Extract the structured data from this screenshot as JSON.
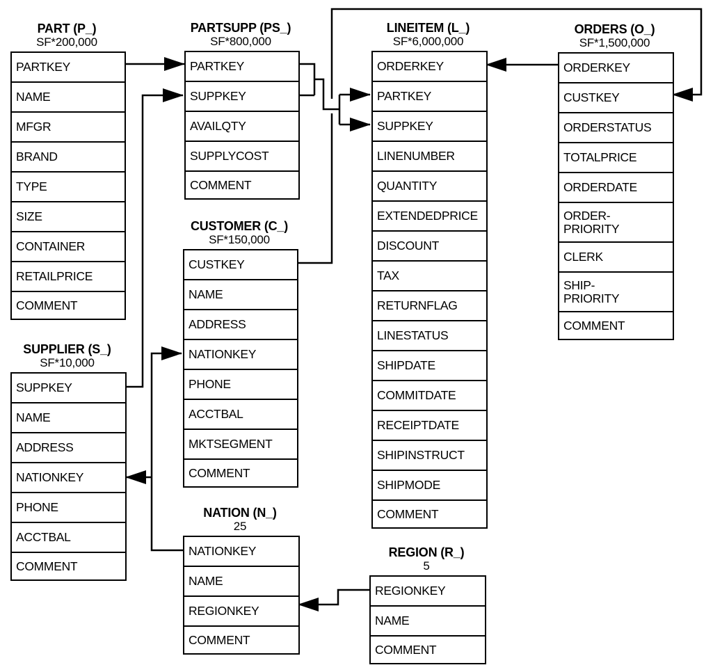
{
  "colors": {
    "line": "#000000",
    "text": "#000000",
    "background": "#ffffff"
  },
  "tables": [
    {
      "id": "part",
      "title": "PART (P_)",
      "cardinality": "SF*200,000",
      "columns": [
        "PARTKEY",
        "NAME",
        "MFGR",
        "BRAND",
        "TYPE",
        "SIZE",
        "CONTAINER",
        "RETAILPRICE",
        "COMMENT"
      ]
    },
    {
      "id": "partsupp",
      "title": "PARTSUPP (PS_)",
      "cardinality": "SF*800,000",
      "columns": [
        "PARTKEY",
        "SUPPKEY",
        "AVAILQTY",
        "SUPPLYCOST",
        "COMMENT"
      ]
    },
    {
      "id": "lineitem",
      "title": "LINEITEM (L_)",
      "cardinality": "SF*6,000,000",
      "columns": [
        "ORDERKEY",
        "PARTKEY",
        "SUPPKEY",
        "LINENUMBER",
        "QUANTITY",
        "EXTENDEDPRICE",
        "DISCOUNT",
        "TAX",
        "RETURNFLAG",
        "LINESTATUS",
        "SHIPDATE",
        "COMMITDATE",
        "RECEIPTDATE",
        "SHIPINSTRUCT",
        "SHIPMODE",
        "COMMENT"
      ]
    },
    {
      "id": "orders",
      "title": "ORDERS (O_)",
      "cardinality": "SF*1,500,000",
      "columns": [
        "ORDERKEY",
        "CUSTKEY",
        "ORDERSTATUS",
        "TOTALPRICE",
        "ORDERDATE",
        "ORDER-\nPRIORITY",
        "CLERK",
        "SHIP-\nPRIORITY",
        "COMMENT"
      ]
    },
    {
      "id": "customer",
      "title": "CUSTOMER (C_)",
      "cardinality": "SF*150,000",
      "columns": [
        "CUSTKEY",
        "NAME",
        "ADDRESS",
        "NATIONKEY",
        "PHONE",
        "ACCTBAL",
        "MKTSEGMENT",
        "COMMENT"
      ]
    },
    {
      "id": "supplier",
      "title": "SUPPLIER (S_)",
      "cardinality": "SF*10,000",
      "columns": [
        "SUPPKEY",
        "NAME",
        "ADDRESS",
        "NATIONKEY",
        "PHONE",
        "ACCTBAL",
        "COMMENT"
      ]
    },
    {
      "id": "nation",
      "title": "NATION (N_)",
      "cardinality": "25",
      "columns": [
        "NATIONKEY",
        "NAME",
        "REGIONKEY",
        "COMMENT"
      ]
    },
    {
      "id": "region",
      "title": "REGION (R_)",
      "cardinality": "5",
      "columns": [
        "REGIONKEY",
        "NAME",
        "COMMENT"
      ]
    }
  ],
  "relationships": [
    {
      "from": "PART.PARTKEY",
      "to": "PARTSUPP.PARTKEY"
    },
    {
      "from": "SUPPLIER.SUPPKEY",
      "to": "PARTSUPP.SUPPKEY"
    },
    {
      "from": "PARTSUPP.PARTKEY",
      "to": "LINEITEM.PARTKEY"
    },
    {
      "from": "PARTSUPP.SUPPKEY",
      "to": "LINEITEM.SUPPKEY"
    },
    {
      "from": "ORDERS.ORDERKEY",
      "to": "LINEITEM.ORDERKEY"
    },
    {
      "from": "CUSTOMER.CUSTKEY",
      "to": "ORDERS.CUSTKEY"
    },
    {
      "from": "NATION.NATIONKEY",
      "to": "CUSTOMER.NATIONKEY"
    },
    {
      "from": "NATION.NATIONKEY",
      "to": "SUPPLIER.NATIONKEY"
    },
    {
      "from": "REGION.REGIONKEY",
      "to": "NATION.REGIONKEY"
    }
  ]
}
